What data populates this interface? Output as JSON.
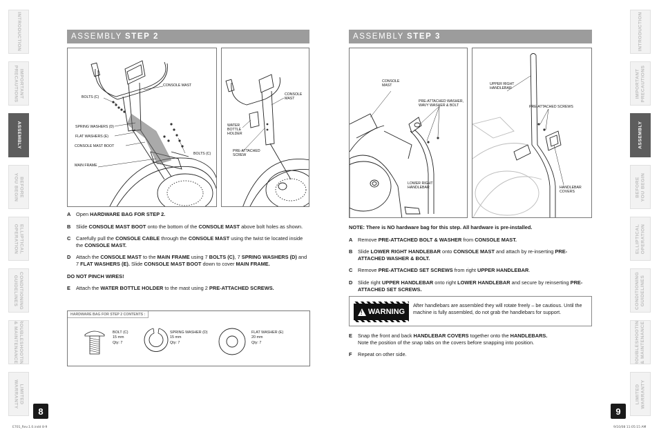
{
  "side_tabs": [
    {
      "label": "INTRODUCTION",
      "active": false
    },
    {
      "label": "IMPORTANT\nPRECAUTIONS",
      "active": false
    },
    {
      "label": "ASSEMBLY",
      "active": true
    },
    {
      "label": "BEFORE\nYOU BEGIN",
      "active": false
    },
    {
      "label": "ELLIPTICAL\nOPERATION",
      "active": false
    },
    {
      "label": "CONDITIONING\nGUIDELINES",
      "active": false
    },
    {
      "label": "TROUBLESHOOTING\n& MAINTENANCE",
      "active": false
    },
    {
      "label": "LIMITED\nWARRANTY",
      "active": false
    }
  ],
  "footer": {
    "left": "E701_Rev.1.0.indd   8-9",
    "right": "9/10/08   11:05:15 AM"
  },
  "left_page": {
    "page_number": "8",
    "section": {
      "prefix": "ASSEMBLY",
      "step": "STEP 2"
    },
    "figure1_callouts": {
      "console_mast": "CONSOLE MAST",
      "bolts_c_1": "BOLTS (C)",
      "spring_washers": "SPRING WASHERS (D)",
      "flat_washers": "FLAT WASHERS (E)",
      "console_mast_boot": "CONSOLE MAST BOOT",
      "bolts_c_2": "BOLTS (C)",
      "main_frame": "MAIN FRAME"
    },
    "figure2_callouts": {
      "console_mast": "CONSOLE\nMAST",
      "water_bottle_holder": "WATER\nBOTTLE\nHOLDER",
      "pre_attached_screw": "PRE-ATTACHED\nSCREW"
    },
    "steps": [
      {
        "letter": "A",
        "html": "Open  <b>HARDWARE BAG FOR STEP 2.</b>"
      },
      {
        "letter": "B",
        "html": "Slide <b>CONSOLE MAST BOOT</b> onto the bottom of the <b>CONSOLE MAST</b> above bolt holes as shown."
      },
      {
        "letter": "C",
        "html": "Carefully pull the <b>CONSOLE CABLE</b> through the <b>CONSOLE MAST</b> using the twist tie located inside the <b>CONSOLE MAST.</b>"
      },
      {
        "letter": "D",
        "html": "Attach the <b>CONSOLE MAST</b> to the <b>MAIN FRAME</b> using 7 <b>BOLTS (C)</b>, 7 <b>SPRING WASHERS (D)</b> and 7 <b>FLAT WASHERS (E).</b> Slide <b>CONSOLE MAST BOOT</b> down to cover <b>MAIN FRAME.</b>"
      }
    ],
    "caution": "DO NOT PINCH WIRES!",
    "step_e": {
      "letter": "E",
      "html": "Attach the <b>WATER BOTTLE HOLDER</b> to the mast using 2 <b>PRE-ATTACHED SCREWS.</b>"
    },
    "hardware": {
      "title": "HARDWARE BAG FOR STEP 2 CONTENTS :",
      "items": [
        {
          "name": "BOLT (C)",
          "size": "15 mm",
          "qty": "Qty: 7"
        },
        {
          "name": "SPRING WASHER (D)",
          "size": "15 mm",
          "qty": "Qty: 7"
        },
        {
          "name": "FLAT WASHER (E)",
          "size": "20 mm",
          "qty": "Qty: 7"
        }
      ]
    }
  },
  "right_page": {
    "page_number": "9",
    "section": {
      "prefix": "ASSEMBLY",
      "step": "STEP 3"
    },
    "figure1_callouts": {
      "console_mast": "CONSOLE\nMAST",
      "pre_attached_washer": "PRE-ATTACHED WASHER,\nWAVY WASHER & BOLT",
      "lower_right_handlebar": "LOWER RIGHT\nHANDLEBAR"
    },
    "figure2_callouts": {
      "upper_right_handlebar": "UPPER RIGHT\nHANDLEBAR",
      "pre_attached_screws": "PRE-ATTACHED SCREWS",
      "handlebar_covers": "HANDLEBAR\nCOVERS"
    },
    "note": "NOTE: There is NO hardware bag for this step. All hardware is pre-installed.",
    "steps": [
      {
        "letter": "A",
        "html": "Remove <b>PRE-ATTACHED BOLT &amp; WASHER</b> from <b>CONSOLE MAST.</b>"
      },
      {
        "letter": "B",
        "html": "Slide <b>LOWER RIGHT HANDLEBAR</b> onto <b>CONSOLE MAST</b> and attach by re-inserting <b>PRE-ATTACHED WASHER &amp; BOLT.</b>"
      },
      {
        "letter": "C",
        "html": "Remove <b>PRE-ATTACHED SET SCREWS</b> from right <b>UPPER HANDLEBAR</b>."
      },
      {
        "letter": "D",
        "html": "Slide right <b>UPPER HANDLEBAR</b> onto right <b>LOWER HANDLEBAR</b> and secure by reinserting <b>PRE-ATTACHED SET SCREWS.</b>"
      }
    ],
    "warning": {
      "badge": "WARNING",
      "text": "After handlebars are assembled they will rotate freely – be cautious. Until the machine is fully assembled, do not grab the handlebars for support."
    },
    "steps_after": [
      {
        "letter": "E",
        "html": "Snap the front and back <b>HANDLEBAR COVERS</b> together onto the <b>HANDLEBARS.</b><br>Note the position of the snap tabs on the covers before snapping into position."
      },
      {
        "letter": "F",
        "html": "Repeat on other side."
      }
    ]
  }
}
